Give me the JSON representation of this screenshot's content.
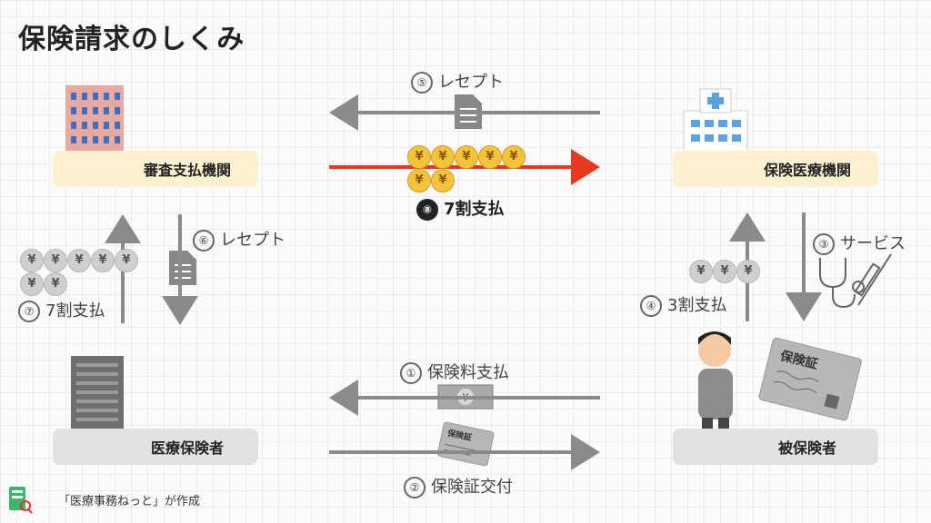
{
  "title": "保険請求のしくみ",
  "nodes": {
    "review": "審査支払機関",
    "hospital": "保険医療機関",
    "insurer": "医療保険者",
    "insured": "被保険者"
  },
  "steps": {
    "s1": {
      "num": "①",
      "text": "保険料支払"
    },
    "s2": {
      "num": "②",
      "text": "保険証交付"
    },
    "s3": {
      "num": "③",
      "text": "サービス"
    },
    "s4": {
      "num": "④",
      "text": "3割支払"
    },
    "s5": {
      "num": "⑤",
      "text": "レセプト"
    },
    "s6": {
      "num": "⑥",
      "text": "レセプト"
    },
    "s7": {
      "num": "⑦",
      "text": "7割支払"
    },
    "s8": {
      "num": "⑧",
      "text": "7割支払"
    }
  },
  "card_text": "保険証",
  "yen": "¥",
  "footer": "「医療事務ねっと」が作成",
  "colors": {
    "red_arrow": "#e8391f",
    "gray_arrow": "#8a8a8a",
    "gold_coin": "#f3c33c",
    "grey_coin": "#cfcfcf"
  }
}
